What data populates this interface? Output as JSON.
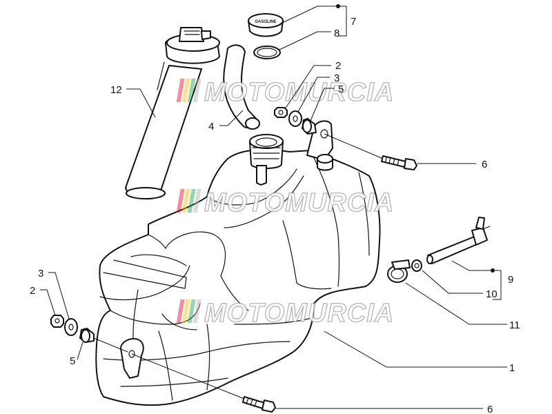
{
  "watermark": {
    "text": "MOTOMURCIA",
    "colors": [
      "#e4002b",
      "#f2c200",
      "#1aa04b",
      "#b0b0b0"
    ]
  },
  "callouts": [
    {
      "id": "c1",
      "number": "1"
    },
    {
      "id": "c2a",
      "number": "2"
    },
    {
      "id": "c2b",
      "number": "2"
    },
    {
      "id": "c3a",
      "number": "3"
    },
    {
      "id": "c3b",
      "number": "3"
    },
    {
      "id": "c4",
      "number": "4"
    },
    {
      "id": "c5",
      "number": "5"
    },
    {
      "id": "c6a",
      "number": "6"
    },
    {
      "id": "c6b",
      "number": "6"
    },
    {
      "id": "c7",
      "number": "7"
    },
    {
      "id": "c8",
      "number": "8"
    },
    {
      "id": "c9",
      "number": "9"
    },
    {
      "id": "c10",
      "number": "10"
    },
    {
      "id": "c11",
      "number": "11"
    },
    {
      "id": "c12",
      "number": "12"
    }
  ],
  "parts": {
    "cap_label": "GASOLINE"
  }
}
